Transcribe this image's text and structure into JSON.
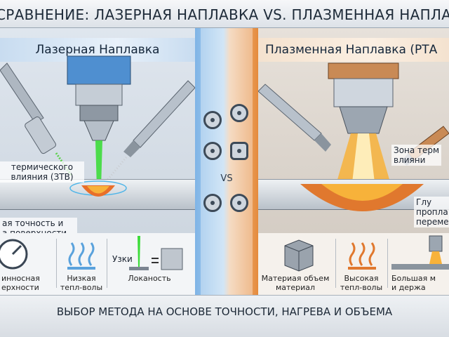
{
  "title": "СРАВНЕНИЕ: ЛАЗЕРНАЯ НАПЛАВКА VS. ПЛАЗМЕННАЯ НАПЛАВКА (РТА",
  "divider": {
    "vs": "VS"
  },
  "laser": {
    "heading": "Лазерная Наплавка",
    "label_haz": "термического\nвлияния (ЗТВ)",
    "label_precision": "ая точность и\nа поверхности",
    "features": [
      {
        "caption": "инносная\nерхности",
        "icon": "gauge-icon"
      },
      {
        "caption": "Низкая\nтепл-волы",
        "icon": "heat-waves-icon"
      },
      {
        "caption": "Локаность",
        "prefix": "Узки",
        "icon": "narrow-beam-icon"
      }
    ]
  },
  "plasma": {
    "heading": "Плазменная Наплавка (РТА",
    "label_haz": "Зона терм\nвлияни",
    "label_depth": "Глу\nпропла\nпереме",
    "features": [
      {
        "caption": "Материая объем\nматериал",
        "icon": "cube-icon"
      },
      {
        "caption": "Высокая\nтепл-волы",
        "icon": "heat-waves-icon"
      },
      {
        "caption": "Большая м\nи держа",
        "icon": "plasma-torch-icon"
      }
    ]
  },
  "footer": "ВЫБОР МЕТОДА НА ОСНОВЕ ТОЧНОСТИ, НАГРЕВА И ОБЪЕМА",
  "colors": {
    "laser_beam": "#3ddc3a",
    "plasma_flame": "#f7b23a",
    "laser_accent": "#5aa2dc",
    "plasma_accent": "#e0782e"
  }
}
